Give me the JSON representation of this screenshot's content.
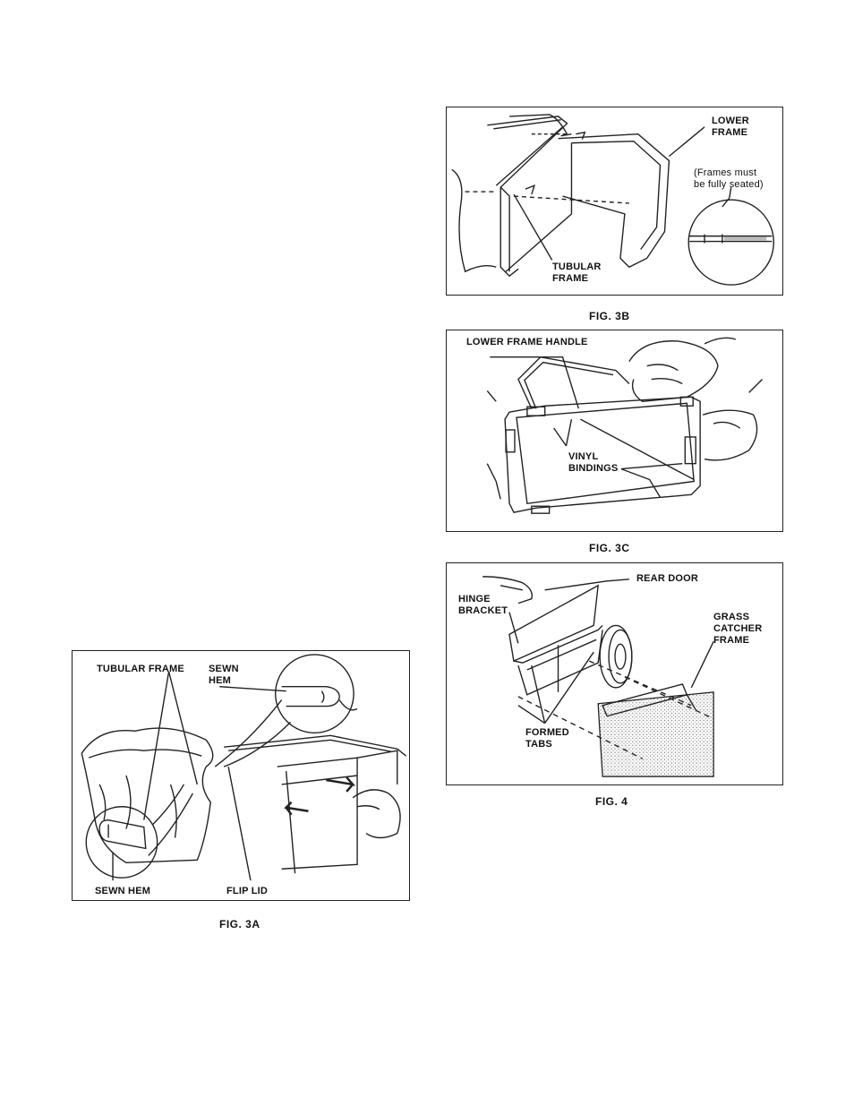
{
  "fig3b": {
    "caption": "FIG. 3B",
    "lower_frame": [
      "LOWER",
      "FRAME"
    ],
    "note": [
      "(Frames must",
      "be fully seated)"
    ],
    "tubular_frame": [
      "TUBULAR",
      "FRAME"
    ]
  },
  "fig3c": {
    "caption": "FIG. 3C",
    "lower_frame_handle": "LOWER FRAME HANDLE",
    "vinyl_bindings": [
      "VINYL",
      "BINDINGS"
    ]
  },
  "fig4": {
    "caption": "FIG. 4",
    "rear_door": "REAR DOOR",
    "hinge_bracket": [
      "HINGE",
      "BRACKET"
    ],
    "grass_catcher_frame": [
      "GRASS",
      "CATCHER",
      "FRAME"
    ],
    "formed_tabs": [
      "FORMED",
      "TABS"
    ]
  },
  "fig3a": {
    "caption": "FIG. 3A",
    "tubular_frame": "TUBULAR FRAME",
    "sewn_hem_top": [
      "SEWN",
      "HEM"
    ],
    "sewn_hem_bottom": "SEWN HEM",
    "flip_lid": "FLIP LID"
  }
}
